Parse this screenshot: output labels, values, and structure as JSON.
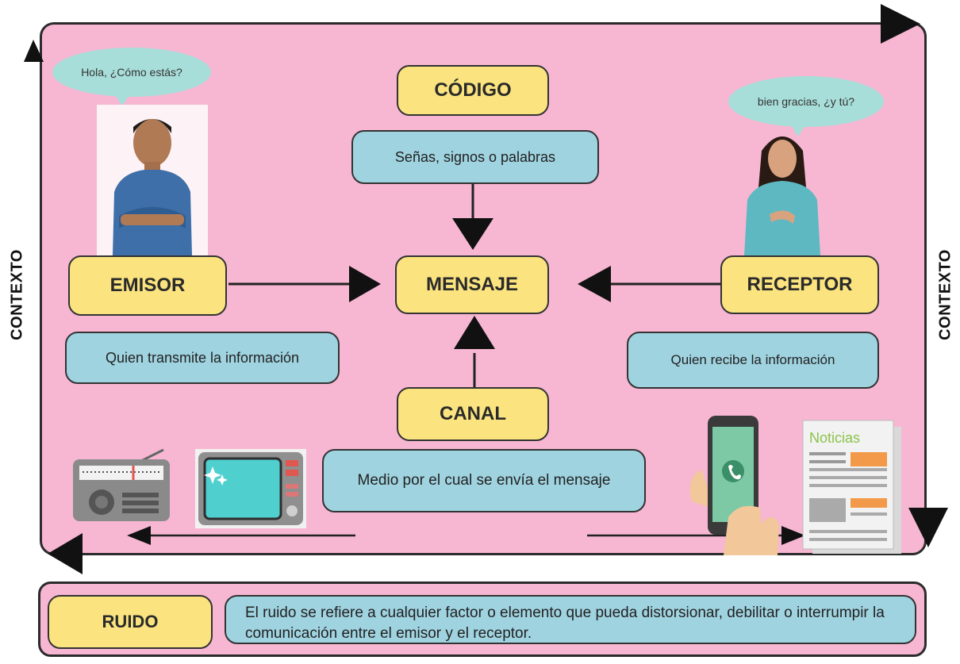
{
  "context_left": "CONTEXTO",
  "context_right": "CONTEXTO",
  "codigo": {
    "title": "CÓDIGO",
    "desc": "Señas, signos o palabras"
  },
  "emisor": {
    "title": "EMISOR",
    "desc": "Quien transmite la información",
    "speech": "Hola, ¿Cómo estás?"
  },
  "mensaje": {
    "title": "MENSAJE"
  },
  "receptor": {
    "title": "RECEPTOR",
    "desc": "Quien recibe la información",
    "speech": "bien gracias, ¿y tú?"
  },
  "canal": {
    "title": "CANAL",
    "desc": "Medio por el cual se envía el mensaje"
  },
  "newspaper": {
    "masthead": "Noticias"
  },
  "ruido": {
    "title": "RUIDO",
    "desc": "El ruido se refiere a cualquier factor o elemento que pueda distorsionar, debilitar o interrumpir la comunicación entre el emisor y el receptor."
  },
  "colors": {
    "panel": "#f7b7d2",
    "yellow": "#fbe47f",
    "blue": "#9fd3e0",
    "bubble": "#a8ded9"
  }
}
